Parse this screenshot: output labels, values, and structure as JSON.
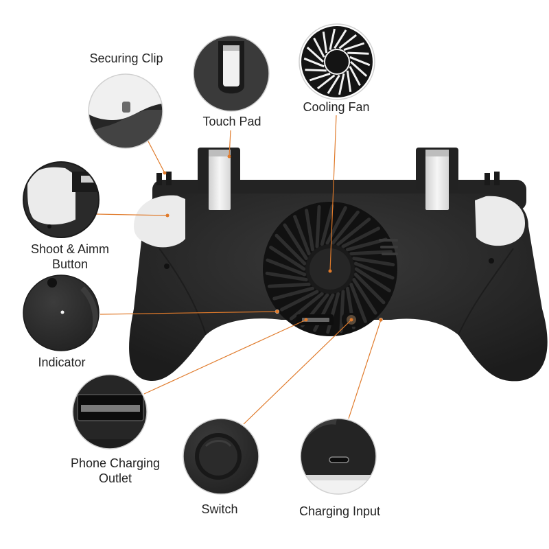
{
  "labels": {
    "securing_clip": "Securing Clip",
    "touch_pad": "Touch Pad",
    "cooling_fan": "Cooling Fan",
    "shoot_line1": "Shoot & Aimm",
    "shoot_line2": "Button",
    "indicator": "Indicator",
    "outlet_line1": "Phone Charging",
    "outlet_line2": "Outlet",
    "switch": "Switch",
    "charging_input": "Charging Input"
  },
  "colors": {
    "leader_line": "#e07a2a",
    "body": "#262626",
    "trigger": "#e9e9e9",
    "background": "#ffffff"
  }
}
